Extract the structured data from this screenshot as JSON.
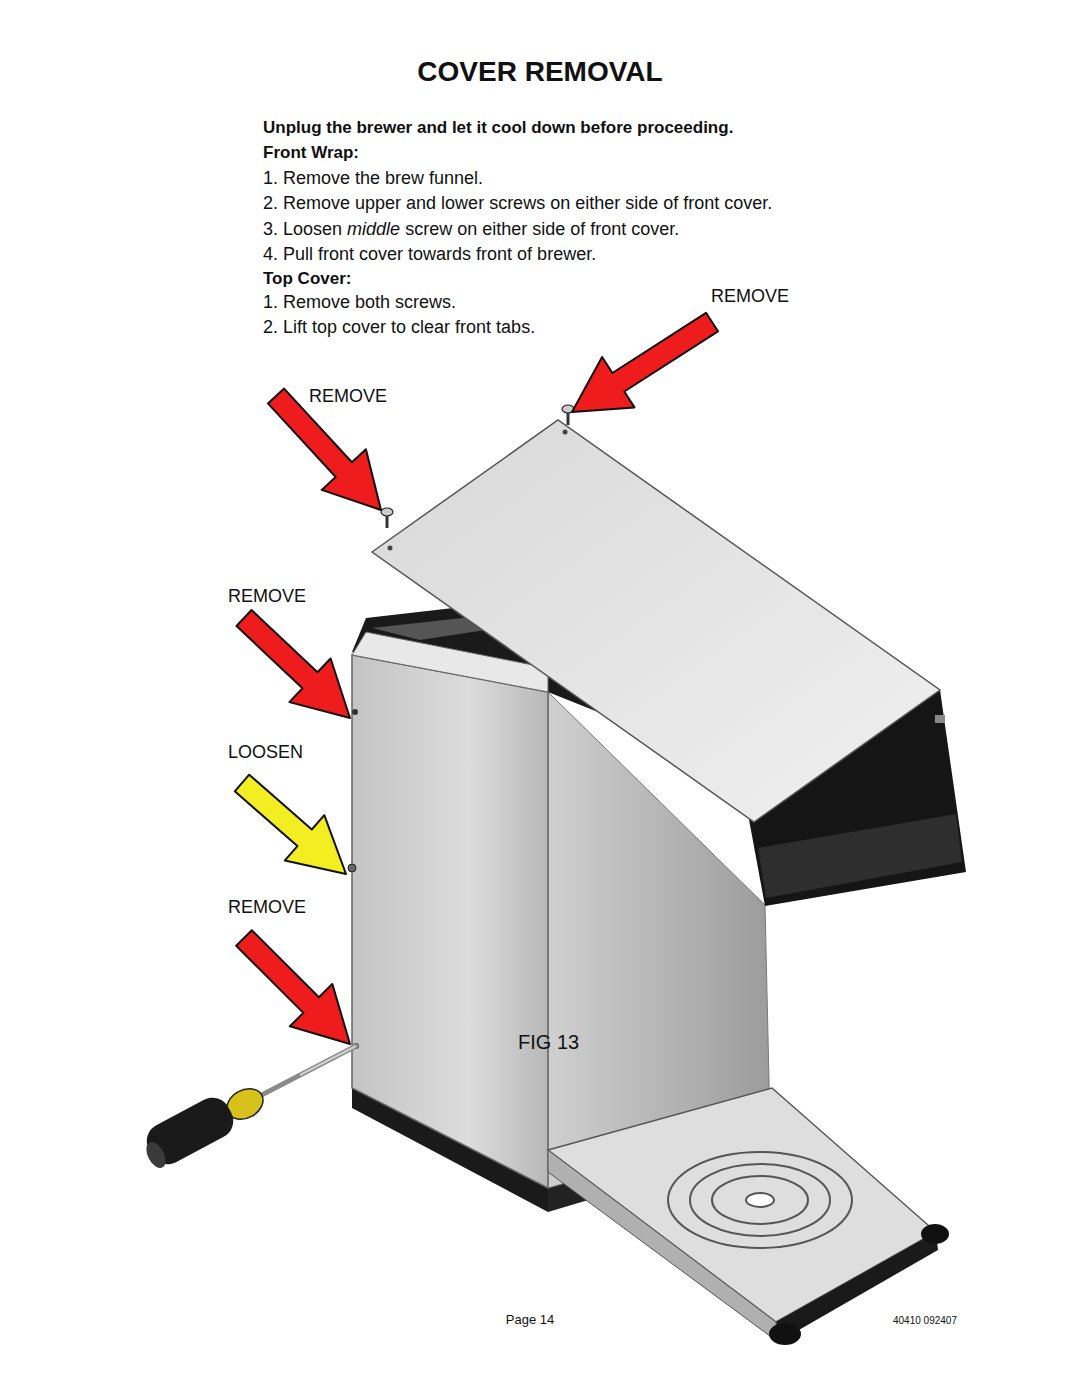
{
  "diagram": {
    "title": "COVER REMOVAL",
    "labels": [
      "Unplug the brewer and let it cool down before proceeding.",
      "Front Wrap:",
      "1. Remove the brew funnel.",
      "2. Remove upper and lower screws on either side of front cover.",
      "3. Loosen",
      "middle",
      "screw on either side of front cover.",
      "4. Pull front cover towards front of brewer.",
      "Top Cover:",
      "1. Remove both screws.",
      "2. Lift top cover to clear front tabs.",
      "REMOVE",
      "REMOVE",
      "REMOVE",
      "LOOSEN",
      "REMOVE",
      "FIG 13",
      "Page 14",
      "40410 092407"
    ]
  }
}
